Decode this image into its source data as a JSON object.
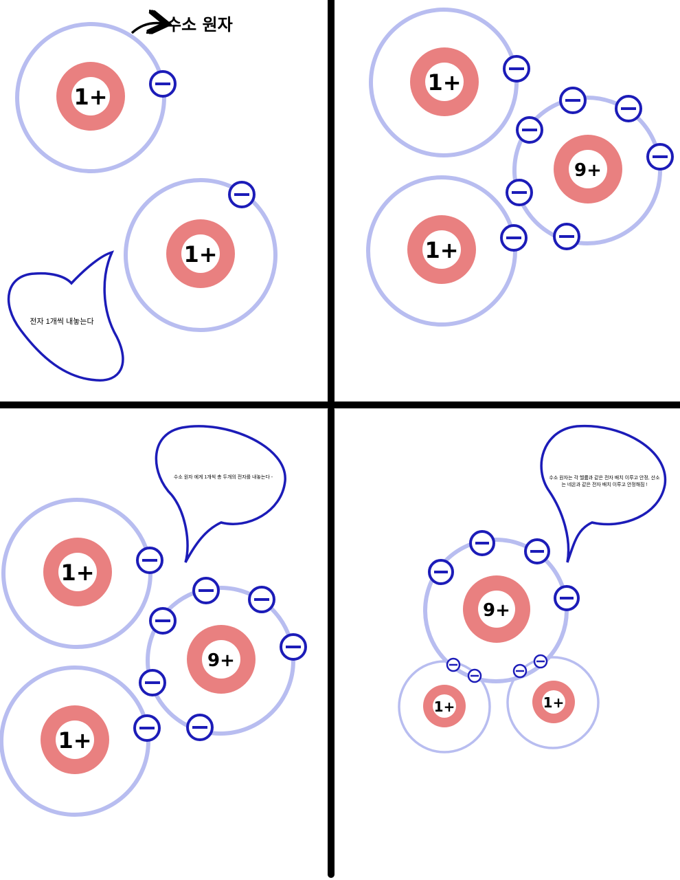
{
  "panels": {
    "p1": {
      "annotation": "수소 원자",
      "bubble": "전자 1개씩 내놓는다",
      "nuclei": [
        "1+",
        "1+"
      ]
    },
    "p2": {
      "nuclei": [
        "1+",
        "1+",
        "9+"
      ]
    },
    "p3": {
      "bubble": "수소 원자 에게 1개씩 총 두개의 전자를 내놓는다 -",
      "nuclei": [
        "1+",
        "1+",
        "9+"
      ]
    },
    "p4": {
      "bubble_line1": "수소 원자는 각 헬륨과 같은 전자 배치 이루고 안정, 산소",
      "bubble_line2": "는 네온과 같은 전자 배치 이루고 안정해짐 !",
      "nuclei": [
        "9+",
        "1+",
        "1+"
      ]
    }
  },
  "colors": {
    "shell": "#b8bdf0",
    "nucleus": "#e98080",
    "electron": "#1c1cb8",
    "bubble": "#1c1cb8",
    "divider": "#000000"
  }
}
